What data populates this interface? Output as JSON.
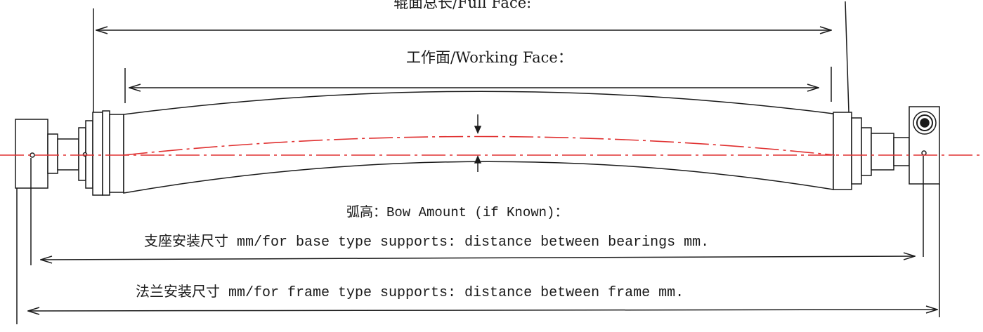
{
  "labels": {
    "full_face": "辊面总长/Full Face:",
    "working_face": "工作面/Working Face：",
    "bow_amount": "弧高：Bow Amount (if Known)：",
    "base_supports": "支座安装尺寸 mm/for base type supports: distance between bearings mm.",
    "frame_supports": "法兰安装尺寸 mm/for frame type supports: distance between frame mm."
  },
  "colors": {
    "line": "#1a1a1a",
    "centerline": "#e03030",
    "fill": "#ffffff"
  }
}
